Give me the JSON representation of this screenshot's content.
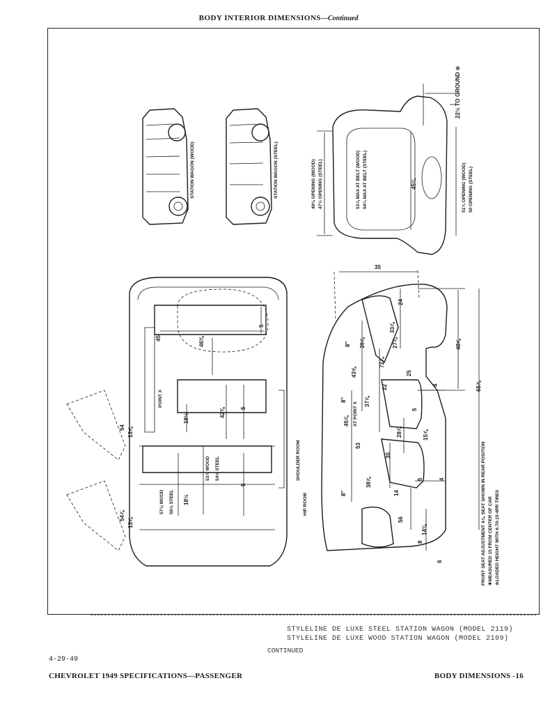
{
  "header": {
    "title": "BODY INTERIOR DIMENSIONS",
    "continued": "—Continued"
  },
  "side_views": {
    "wood_label": "STATION WAGON (WOOD)",
    "steel_label": "STATION WAGON (STEEL)"
  },
  "rear_view": {
    "to_ground": "22½ TO GROUND ⊕",
    "opening_wood_left": "49⅜ OPENING (WOOD)",
    "opening_steel_left": "47½ OPENING (STEEL)",
    "max_belt_wood": "53⅞ MAX AT BELT (WOOD)",
    "max_belt_steel": "54¼ MAX AT BELT (STEEL)",
    "height": "45¾",
    "opening_wood_right": "51¾ OPENING (WOOD)",
    "opening_steel_right": "50 OPENING (STEEL)"
  },
  "plan_view": {
    "d45": "45",
    "d46": "46⅜",
    "d5a": "5",
    "point_x": "POINT X",
    "d18a": "18½",
    "d42": "42⅜",
    "d5b": "5",
    "d54a": "54",
    "d13a": "13⅝",
    "d53_wood": "53⅞ WOOD",
    "d54_steel": "54⅝ STEEL",
    "d57_wood": "57⅛ WOOD",
    "d58_steel": "58⅝ STEEL",
    "d18b": "18½",
    "d5c": "5",
    "d54b": "54⅞",
    "d13b": "13⅞",
    "shoulder_room": "SHOULDER ROOM",
    "hip_room": "HIP ROOM"
  },
  "side_section": {
    "d35": "35",
    "d24": "24",
    "d33": "33⅞",
    "d8a": "8\"",
    "d39": "39⅞",
    "d27": "27⅞",
    "d48": "48⅝",
    "d72": "72⅞",
    "d43": "43⅝",
    "d25": "25",
    "d22": "22",
    "d4a": "4",
    "d65": "65⅞",
    "d8b": "8\"",
    "d37": "37⅞",
    "d45": "45⅞",
    "at_point_x": "AT POINT X",
    "d28": "28⅞",
    "d5a": "5",
    "d15": "15⅞",
    "d53": "53",
    "d30": "30",
    "d4b": "4",
    "d8c": "8\"",
    "d38": "38⅞",
    "d5b": "5",
    "d14a": "14",
    "d56": "56",
    "d14b": "14⅛",
    "d8d": "8",
    "d6": "6"
  },
  "notes": {
    "n1": "FRONT SEAT ADJUSTMENT 4⅞, SEAT SHOWN IN REAR POSITION",
    "n2": "✱MEASURED 15 FROM CENTER OF CAR",
    "n3": "⊕LOADED HEIGHT WITH 6.70-15-4PR TIRES"
  },
  "models": {
    "steel": "STYLELINE DE LUXE STEEL STATION WAGON (MODEL 2119)",
    "wood": "STYLELINE DE LUXE WOOD STATION WAGON (MODEL 2109)"
  },
  "footer": {
    "continued": "CONTINUED",
    "date": "4-29-49",
    "left": "CHEVROLET 1949 SPECIFICATIONS—PASSENGER",
    "right": "BODY DIMENSIONS -16"
  }
}
